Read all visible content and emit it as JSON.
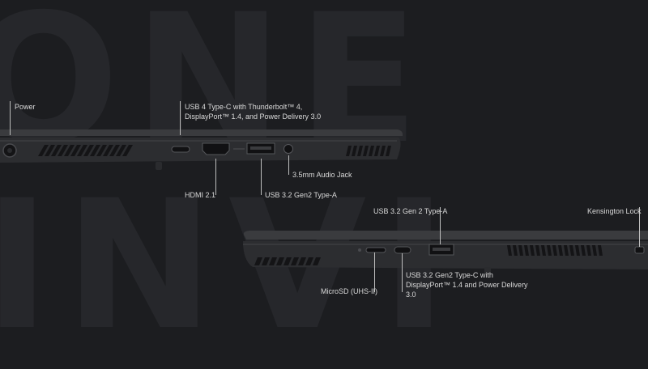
{
  "background_word_top": "ONE",
  "background_word_bottom": "INVI",
  "left_view": {
    "labels": {
      "power": "Power",
      "usb4": "USB 4 Type-C with Thunderbolt™ 4,\nDisplayPort™ 1.4, and Power Delivery 3.0",
      "hdmi": "HDMI 2.1",
      "usb_a": "USB 3.2 Gen2 Type-A",
      "audio": "3.5mm Audio Jack"
    }
  },
  "right_view": {
    "labels": {
      "usb_a": "USB 3.2 Gen 2 Type-A",
      "kensington": "Kensington Lock",
      "microsd": "MicroSD (UHS-II)",
      "usb_c": "USB 3.2 Gen2 Type-C with\nDisplayPort™ 1.4 and Power Delivery\n3.0"
    }
  },
  "colors": {
    "background": "#1c1d20",
    "laptop_body": "#2f3033",
    "label_text": "#d9d9d9"
  }
}
